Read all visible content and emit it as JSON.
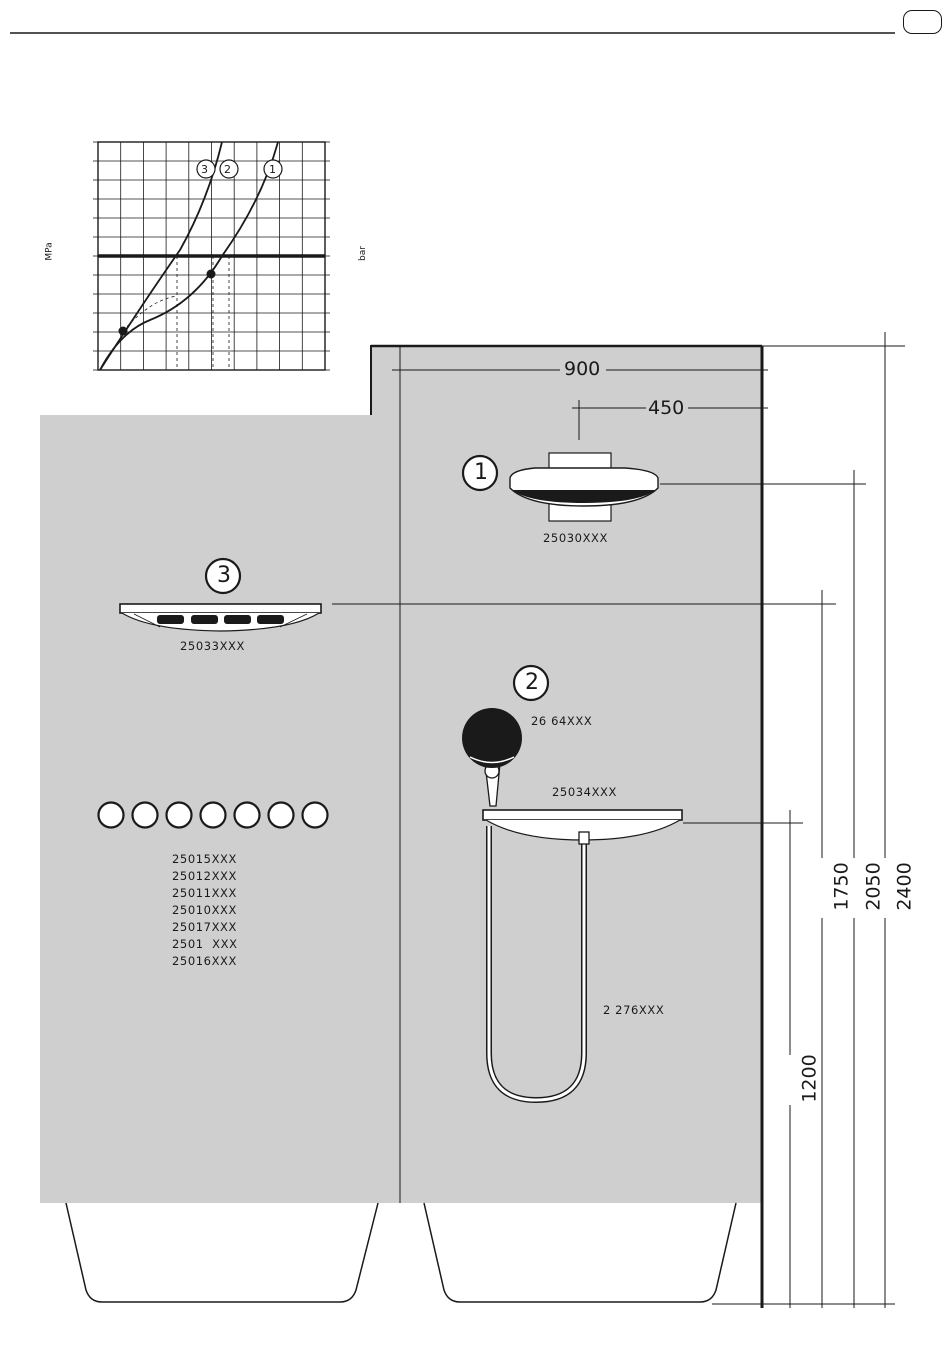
{
  "header": {
    "tab_label": ""
  },
  "chart_data": {
    "type": "line",
    "left_unit": "MPa",
    "right_unit": "bar",
    "curve_labels": [
      "3",
      "2",
      "1"
    ],
    "grid": true
  },
  "dimensions": {
    "width_total": "900",
    "width_half": "450",
    "h_1200": "1200",
    "h_1750": "1750",
    "h_2050": "2050",
    "h_2400": "2400"
  },
  "components": {
    "overhead": {
      "marker": "1",
      "code": "25030XXX"
    },
    "side_shower": {
      "marker": "3",
      "code": "25033XXX"
    },
    "hand_shower": {
      "marker": "2",
      "code": "26  64XXX"
    },
    "shelf": {
      "code": "25034XXX"
    },
    "hose": {
      "code": "2  276XXX"
    },
    "jets_codes": [
      "25015XXX",
      "25012XXX",
      "25011XXX",
      "25010XXX",
      "25017XXX",
      "2501  XXX",
      "25016XXX"
    ]
  },
  "colors": {
    "panel": "#cfcfcf",
    "line": "#1a1a1a",
    "white": "#ffffff"
  }
}
